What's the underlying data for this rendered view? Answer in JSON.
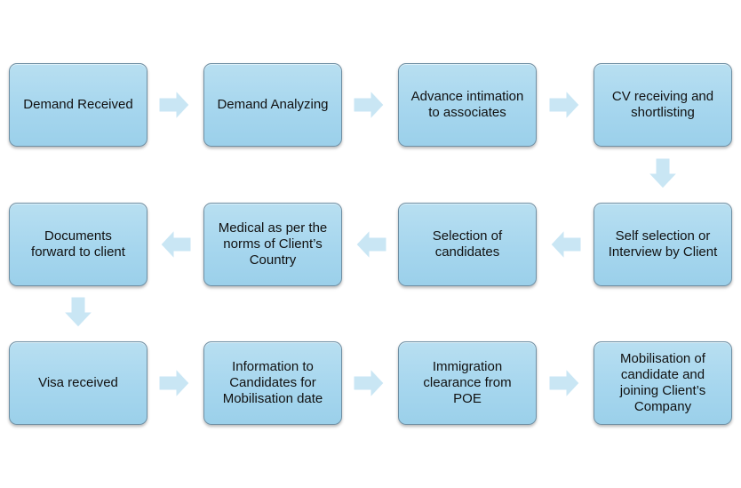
{
  "steps": [
    {
      "id": "demand-received",
      "label": "Demand Received"
    },
    {
      "id": "demand-analyzing",
      "label": "Demand Analyzing"
    },
    {
      "id": "advance-intimation",
      "label": "Advance  intimation\nto associates"
    },
    {
      "id": "cv-receiving",
      "label": "CV receiving and\nshortlisting"
    },
    {
      "id": "self-selection",
      "label": "Self selection or\nInterview by Client"
    },
    {
      "id": "selection-of-candidates",
      "label": "Selection of\ncandidates"
    },
    {
      "id": "medical",
      "label": "Medical as per the\nnorms of Client’s\nCountry"
    },
    {
      "id": "documents-forward",
      "label": "Documents\nforward to client"
    },
    {
      "id": "visa-received",
      "label": "Visa received"
    },
    {
      "id": "information-to-candidates",
      "label": "Information to\nCandidates for\nMobilisation date"
    },
    {
      "id": "immigration-clearance",
      "label": "Immigration\nclearance  from\nPOE"
    },
    {
      "id": "mobilisation",
      "label": "Mobilisation of\ncandidate and\njoining Client’s\nCompany"
    }
  ],
  "colors": {
    "box_fill": "#a6d6ee",
    "box_border": "#6f8fa3",
    "arrow_fill": "#c9e6f4"
  }
}
